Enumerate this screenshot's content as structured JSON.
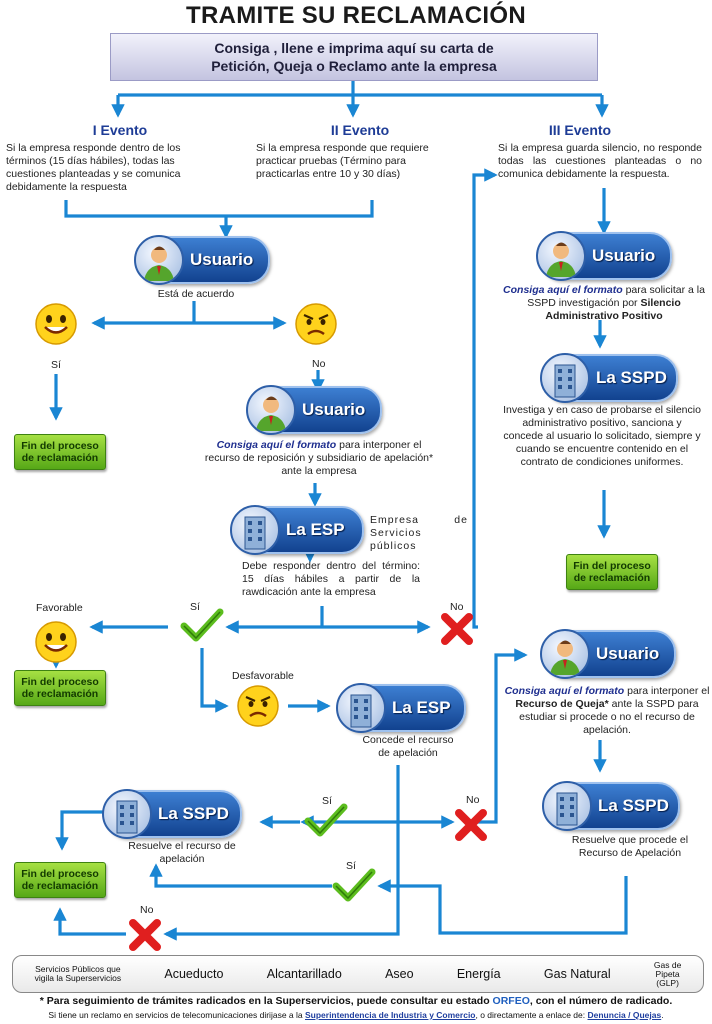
{
  "title": "TRAMITE SU RECLAMACIÓN",
  "banner": {
    "line1": "Consiga , llene e imprima aquí su carta de",
    "line2": "Petición, Queja o Reclamo ante la empresa"
  },
  "events": [
    {
      "title": "I Evento",
      "text": "Si la empresa responde dentro de los términos (15 días hábiles), todas las cuestiones planteadas y se comunica debidamente la respuesta"
    },
    {
      "title": "II Evento",
      "text": "Si la empresa responde que requiere practicar pruebas (Término para practicarlas entre 10 y 30 días)"
    },
    {
      "title": "III Evento",
      "text": "Si la empresa guarda silencio, no responde todas las cuestiones planteadas o no comunica debidamente la respuesta."
    }
  ],
  "badges": {
    "usuario": "Usuario",
    "esp": "La ESP",
    "sspd": "La SSPD"
  },
  "labels": {
    "esta_de_acuerdo": "Está de acuerdo",
    "si": "Sí",
    "no": "No",
    "favorable": "Favorable",
    "desfavorable": "Desfavorable",
    "fin_line1": "Fin del proceso",
    "fin_line2": "de reclamación"
  },
  "texts": {
    "consiga_link": "Consiga aquí el formato",
    "reposicion_rest": " para interponer el recurso de reposición y subsidiario de apelación* ante la empresa",
    "sspd_solicitar_rest": " para solicitar a la SSPD investigación por ",
    "silencio": "Silencio Administrativo Positivo",
    "empresa_servicios": "Empresa de Servicios públicos",
    "debe_responder": "Debe responder dentro del término: 15 días hábiles a partir de la rawdicación ante la empresa",
    "investiga": "Investiga y en caso de probarse el silencio administrativo positivo, sanciona y concede al usuario lo solicitado, siempre y cuando se encuentre contenido en el contrato de condiciones uniformes.",
    "queja_part1": " para interponer el ",
    "queja_bold": "Recurso de Queja*",
    "queja_part2": " ante la SSPD para estudiar si procede o no el recurso de apelación.",
    "concede_recurso": "Concede el recurso de apelación",
    "resuelve_recurso": "Resuelve el recurso de apelación",
    "resuelve_procede": "Resuelve que procede el Recurso de Apelación"
  },
  "services": {
    "vigila_line1": "Servicios Públicos que",
    "vigila_line2": "vigila la Superservicios",
    "items": [
      "Acueducto",
      "Alcantarillado",
      "Aseo",
      "Energía",
      "Gas Natural"
    ],
    "gas_line1": "Gas de",
    "gas_line2": "Pipeta",
    "gas_line3": "(GLP)"
  },
  "footer": {
    "line1_part1": "* Para seguimiento de trámites radicados en la Superservicios, puede consultar eu estado ",
    "line1_orfeo": "ORFEO",
    "line1_part2": ", con el número de radicado.",
    "line2_part1": "Si tiene un reclamo en servicios de telecomunicaciones dirijase a la ",
    "line2_link1": "Superintendencia de Industria y Comercio",
    "line2_part2": ", o directamente a enlace de: ",
    "line2_link2": "Denuncia / Quejas",
    "line2_part3": "."
  },
  "colors": {
    "arrow": "#1a86d3",
    "fin_green": "#6cbf24",
    "badge_blue": "#1f5bb0",
    "check_green": "#5cbd1e",
    "cross_red": "#e01f1f",
    "smiley_yellow": "#ffd21c"
  },
  "icons": {
    "usuario": "user-avatar-icon",
    "building": "building-icon",
    "happy": "happy-face-icon",
    "angry": "angry-face-icon",
    "check": "check-icon",
    "cross": "cross-icon"
  }
}
